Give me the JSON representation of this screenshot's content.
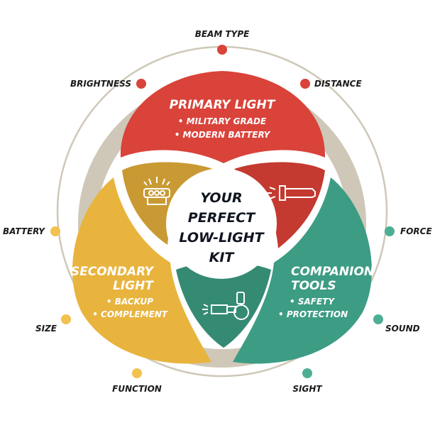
{
  "title": [
    "YOUR",
    "PERFECT",
    "LOW-LIGHT",
    "KIT"
  ],
  "primary": {
    "title": "PRIMARY LIGHT",
    "items": [
      "• MILITARY GRADE",
      "• MODERN BATTERY"
    ]
  },
  "secondary": {
    "title": [
      "SECONDARY",
      "LIGHT"
    ],
    "items": [
      "• BACKUP",
      "• COMPLEMENT"
    ]
  },
  "companion": {
    "title": [
      "COMPANION",
      "TOOLS"
    ],
    "items": [
      "• SAFETY",
      "• PROTECTION"
    ]
  },
  "factors": {
    "beam": "BEAM TYPE",
    "brightness": "BRIGHTNESS",
    "distance": "DISTANCE",
    "battery": "BATTERY",
    "size": "SIZE",
    "function": "FUNCTION",
    "force": "FORCE",
    "sound": "SOUND",
    "sight": "SIGHT"
  },
  "colors": {
    "red": "#d9433a",
    "yellow": "#e8b43e",
    "green": "#3d9c84",
    "ring": "#cfc8b8"
  }
}
